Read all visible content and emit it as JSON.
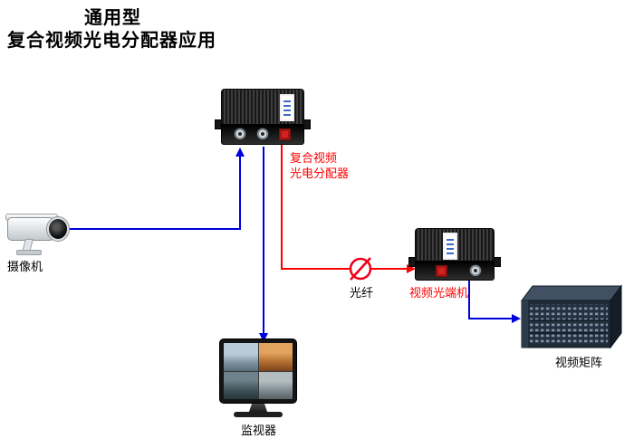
{
  "title": {
    "line1": "通用型",
    "line2": "复合视频光电分配器应用"
  },
  "labels": {
    "camera": "摄像机",
    "splitter_line1": "复合视频",
    "splitter_line2": "光电分配器",
    "fiber": "光纤",
    "terminal": "视频光端机",
    "monitor": "监视器",
    "matrix": "视频矩阵"
  },
  "colors": {
    "video_line": "#0000dd",
    "fiber_line": "#ff0000",
    "accent_label": "#ff0000"
  }
}
